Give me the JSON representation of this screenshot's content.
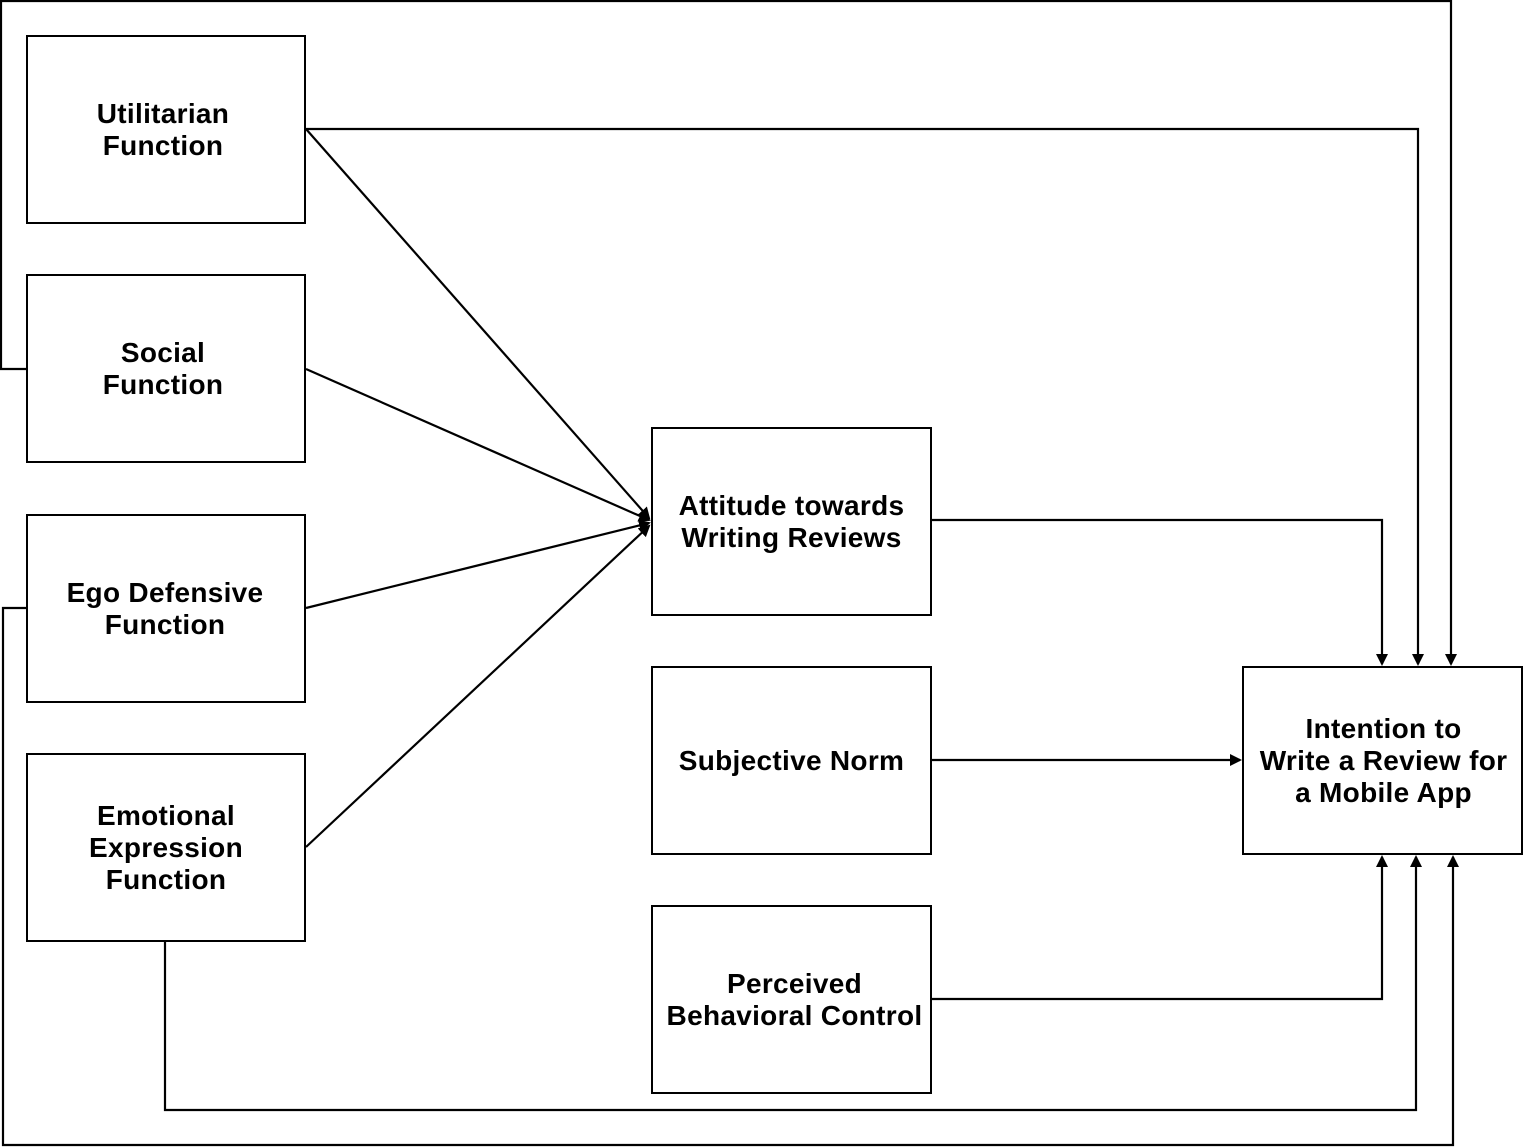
{
  "nodes": {
    "utilitarian": {
      "label": "Utilitarian\nFunction"
    },
    "social": {
      "label": "Social\nFunction"
    },
    "ego_defensive": {
      "label": "Ego Defensive\nFunction"
    },
    "emotional_expression": {
      "label": "Emotional\nExpression\nFunction"
    },
    "attitude": {
      "label": "Attitude towards\nWriting Reviews"
    },
    "subjective_norm": {
      "label": "Subjective Norm"
    },
    "perceived_behavioral_control": {
      "label": "Perceived\nBehavioral Control"
    },
    "intention": {
      "label": "Intention to\nWrite a Review for\na Mobile App"
    }
  },
  "edges": [
    {
      "from": "utilitarian",
      "to": "attitude"
    },
    {
      "from": "social",
      "to": "attitude"
    },
    {
      "from": "ego_defensive",
      "to": "attitude"
    },
    {
      "from": "emotional_expression",
      "to": "attitude"
    },
    {
      "from": "utilitarian",
      "to": "intention"
    },
    {
      "from": "social",
      "to": "intention"
    },
    {
      "from": "ego_defensive",
      "to": "intention"
    },
    {
      "from": "emotional_expression",
      "to": "intention"
    },
    {
      "from": "attitude",
      "to": "intention"
    },
    {
      "from": "subjective_norm",
      "to": "intention"
    },
    {
      "from": "perceived_behavioral_control",
      "to": "intention"
    }
  ],
  "colors": {
    "stroke": "#000000",
    "background": "#ffffff"
  }
}
